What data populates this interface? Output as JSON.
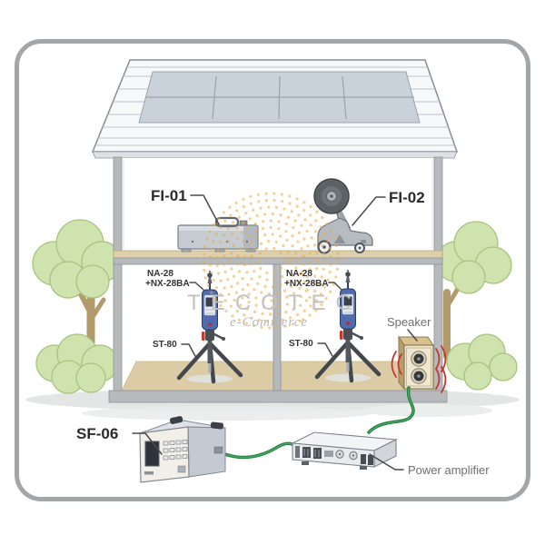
{
  "watermark": {
    "title": "TECOTEC",
    "subtitle": "e-Commerce"
  },
  "labels": {
    "fi01": "FI-01",
    "fi02": "FI-02",
    "sf06": "SF-06",
    "speaker": "Speaker",
    "power_amplifier": "Power amplifier"
  },
  "rooms": [
    {
      "meter_line1": "NA-28",
      "meter_line2": "+NX-28BA",
      "tripod": "ST-80"
    },
    {
      "meter_line1": "NA-28",
      "meter_line2": "+NX-28BA",
      "tripod": "ST-80"
    }
  ],
  "colors": {
    "accent_orange": "#ecaa45",
    "cable_green": "#25803f",
    "wave_red": "#c8372d",
    "watermark_gray": "#c2c2c2"
  }
}
